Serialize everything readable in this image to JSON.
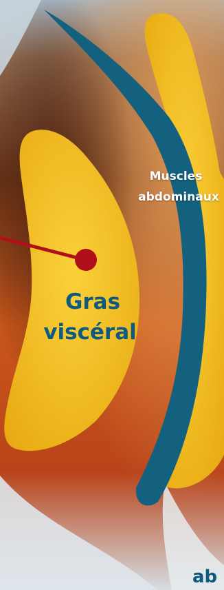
{
  "labels": {
    "muscles_line1": "Muscles",
    "muscles_line2": "abdominaux",
    "gras_line1": "Gras",
    "gras_line2": "viscéral",
    "corner_fragment": "ab"
  },
  "colors": {
    "fat_yellow": "#f4c21c",
    "muscle_blue": "#14607f",
    "pointer_red": "#b0101a",
    "label_blue": "#0e5a7e",
    "background_orange": "#c4561a",
    "background_dark": "#5a2a12"
  }
}
